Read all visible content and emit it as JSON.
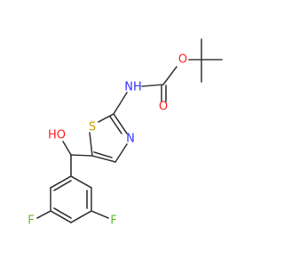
{
  "molecule": {
    "atoms": {
      "nh": {
        "label": "NH",
        "color": "#3333ff"
      },
      "o_ester": {
        "label": "O",
        "color": "#ff2222"
      },
      "o_carbonyl": {
        "label": "O",
        "color": "#ff2222"
      },
      "s": {
        "label": "S",
        "color": "#c8a000"
      },
      "n_ring": {
        "label": "N",
        "color": "#3333ff"
      },
      "oh": {
        "label": "HO",
        "color": "#ff2222"
      },
      "f_left": {
        "label": "F",
        "color": "#66bb33"
      },
      "f_right": {
        "label": "F",
        "color": "#66bb33"
      }
    }
  }
}
